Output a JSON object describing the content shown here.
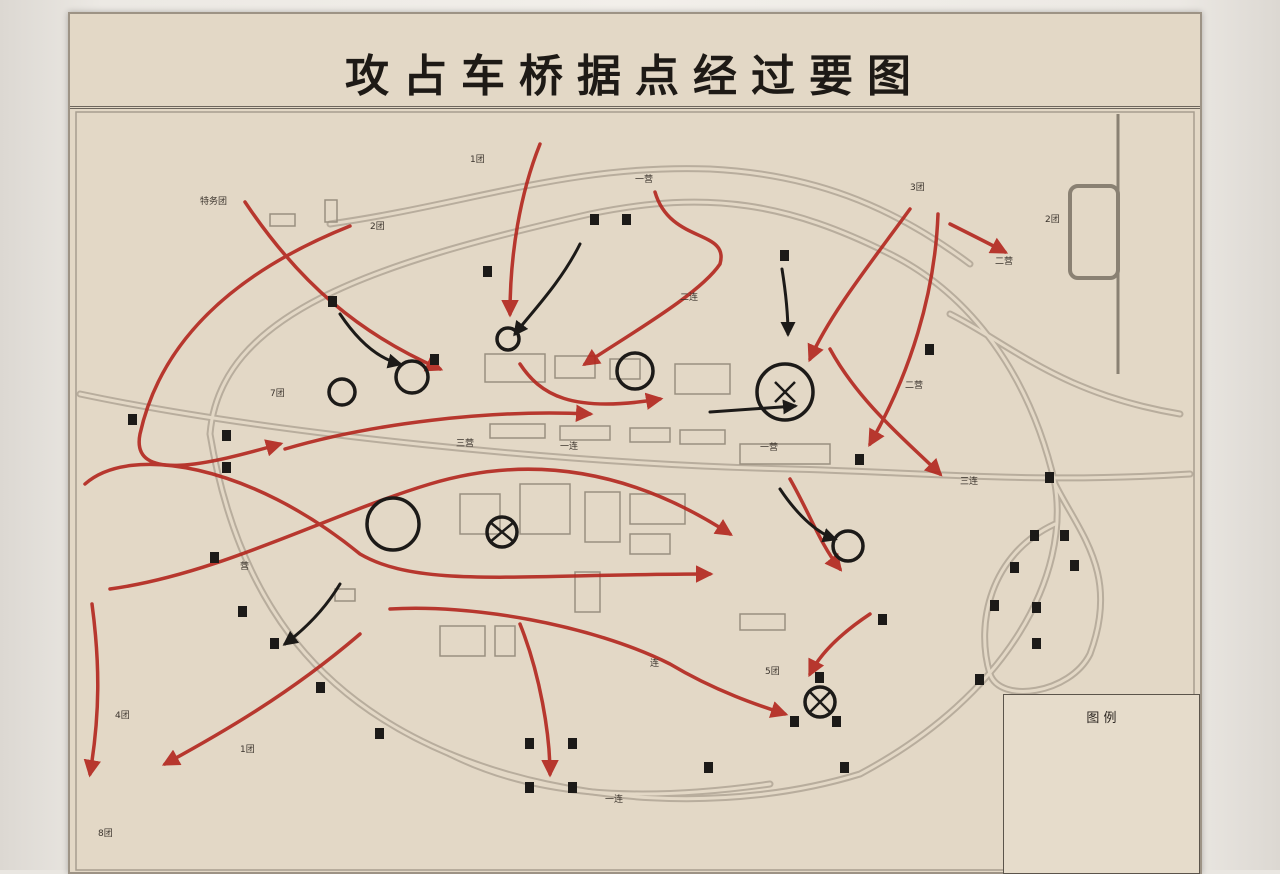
{
  "map": {
    "title": "攻占车桥据点经过要图",
    "legend_title": "图 例",
    "unit_labels": [
      "1团",
      "2团",
      "3团",
      "4团",
      "5团",
      "7团",
      "8团",
      "特务团",
      "一营",
      "二营",
      "三营",
      "一连",
      "二连",
      "三连",
      "营",
      "连",
      "一营",
      "二营",
      "一连",
      "1团",
      "2团"
    ],
    "colors": {
      "board": "#e3d8c6",
      "road": "#b8ad9d",
      "red_arrow": "#b3261e",
      "black_arrow": "#1c1a18"
    }
  }
}
